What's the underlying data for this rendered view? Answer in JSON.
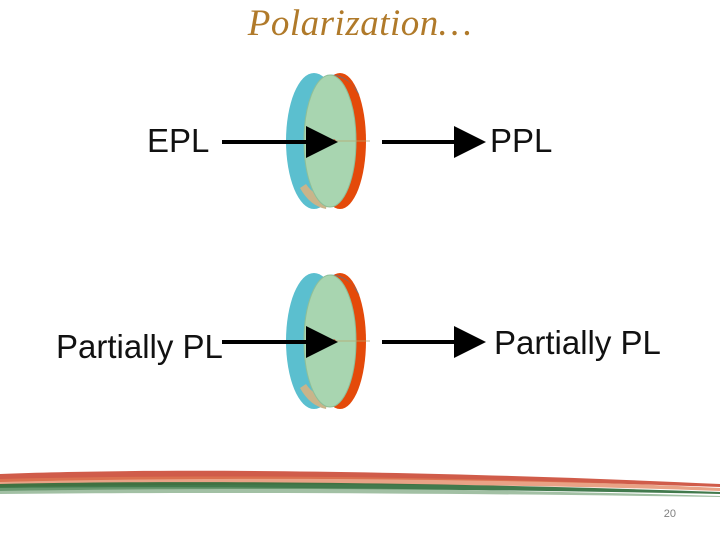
{
  "slide": {
    "title": "Polarization…",
    "page_number": "20"
  },
  "diagram": {
    "rows": [
      {
        "input_label": "EPL",
        "output_label": "PPL"
      },
      {
        "input_label": "Partially PL",
        "output_label": "Partially PL"
      }
    ]
  },
  "colors": {
    "title": "#b07a2a",
    "arrow": "#000000",
    "lens_face": "#a8d5b0",
    "lens_rim_blue": "#5bbfcf",
    "lens_rim_orange": "#e44a0a",
    "lens_rim_darkblue": "#1e86c8",
    "lens_rim_tan": "#c9b48a",
    "footer_green": "#2e6b3a",
    "footer_red": "#c8402a"
  }
}
